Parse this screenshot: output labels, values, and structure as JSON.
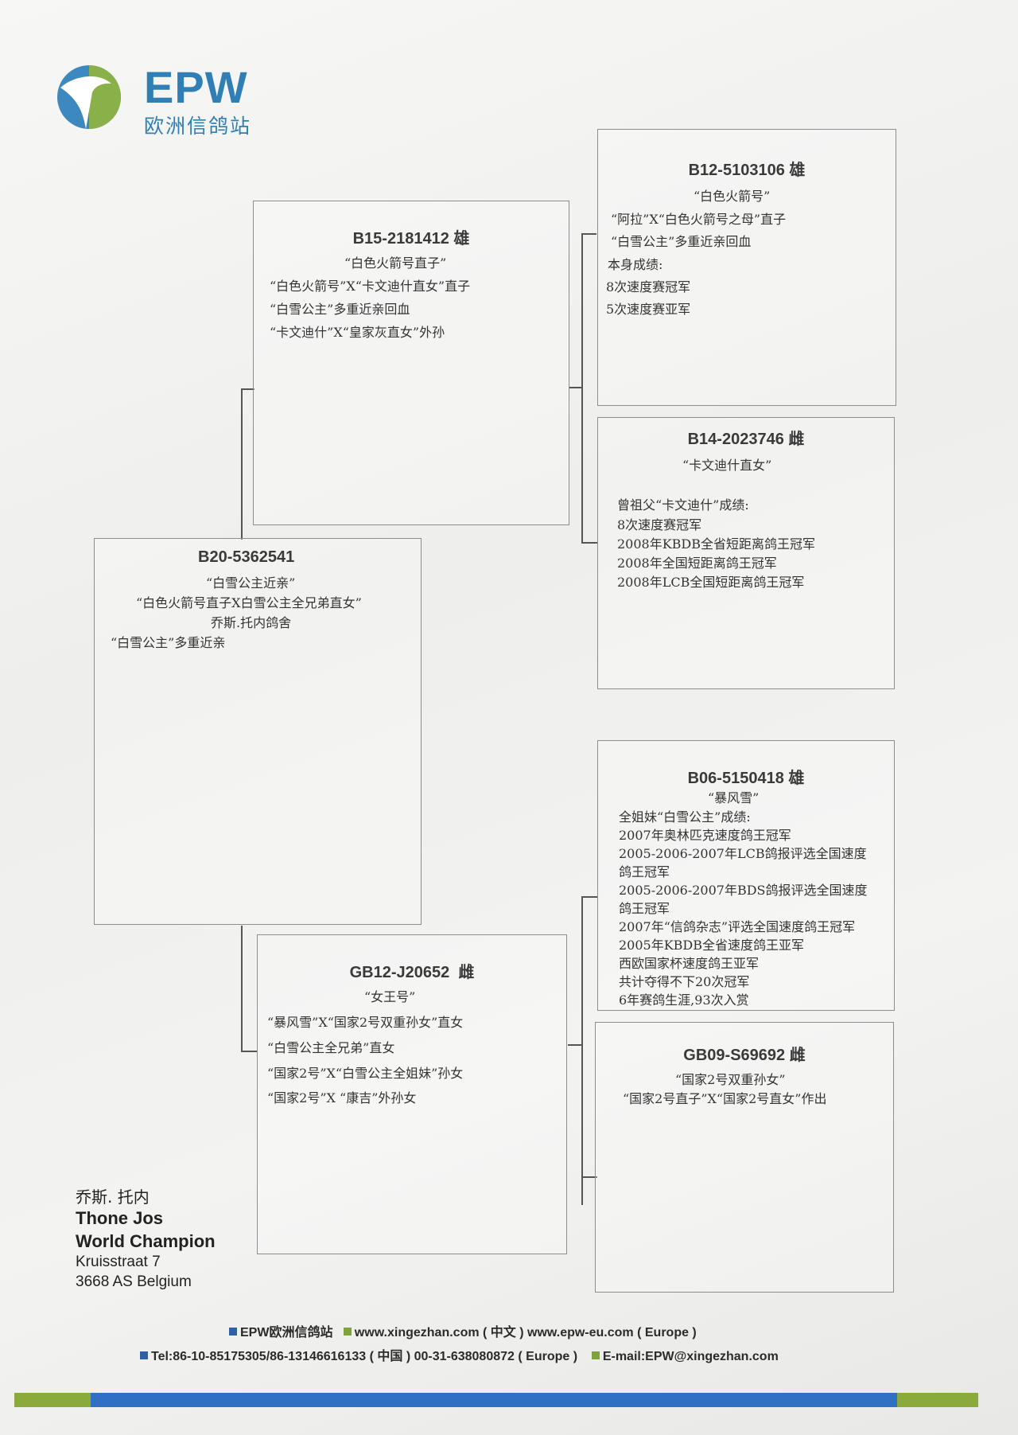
{
  "brand": {
    "logo_text": "EPW",
    "logo_sub": "欧洲信鸽站",
    "colors": {
      "blue": "#2f7fb6",
      "green": "#7fa33a"
    }
  },
  "boxes": {
    "sire": {
      "id": "B15-2181412 雄",
      "lines": [
        "“白色火箭号直子”",
        "“白色火箭号”X“卡文迪什直女”直子",
        "“白雪公主”多重近亲回血",
        "“卡文迪什”X“皇家灰直女”外孙"
      ]
    },
    "sire_sire": {
      "id": "B12-5103106 雄",
      "lines": [
        "“白色火箭号”",
        "“阿拉”X“白色火箭号之母”直子",
        "“白雪公主”多重近亲回血",
        "本身成绩:",
        "8次速度赛冠军",
        "5次速度赛亚军"
      ]
    },
    "sire_dam": {
      "id": "B14-2023746 雌",
      "lines": [
        "“卡文迪什直女”",
        "曾祖父“卡文迪什”成绩:",
        "8次速度赛冠军",
        "2008年KBDB全省短距离鸽王冠军",
        "2008年全国短距离鸽王冠军",
        "2008年LCB全国短距离鸽王冠军"
      ]
    },
    "subject": {
      "id": "B20-5362541",
      "lines": [
        "“白雪公主近亲”",
        "“白色火箭号直子X白雪公主全兄弟直女”",
        "乔斯.托内鸽舍",
        "“白雪公主”多重近亲"
      ]
    },
    "dam": {
      "id": "GB12-J20652  雌",
      "lines": [
        "“女王号”",
        "“暴风雪”X“国家2号双重孙女”直女",
        "“白雪公主全兄弟”直女",
        "“国家2号”X“白雪公主全姐妹”孙女",
        "“国家2号”X “康吉”外孙女"
      ]
    },
    "dam_sire": {
      "id": "B06-5150418 雄",
      "lines": [
        "“暴风雪”",
        "全姐妹“白雪公主”成绩:",
        "2007年奥林匹克速度鸽王冠军",
        "2005-2006-2007年LCB鸽报评选全国速度",
        "鸽王冠军",
        "2005-2006-2007年BDS鸽报评选全国速度",
        "鸽王冠军",
        "2007年“信鸽杂志”评选全国速度鸽王冠军",
        "2005年KBDB全省速度鸽王亚军",
        "西欧国家杯速度鸽王亚军",
        "共计夺得不下20次冠军",
        "6年赛鸽生涯,93次入赏"
      ]
    },
    "dam_dam": {
      "id": "GB09-S69692 雌",
      "lines": [
        "“国家2号双重孙女”",
        "“国家2号直子”X“国家2号直女”作出"
      ]
    }
  },
  "breeder": {
    "name_cn": "乔斯. 托内",
    "name_en": "Thone Jos",
    "title": "World Champion",
    "street": "Kruisstraat 7",
    "city": "3668 AS Belgium"
  },
  "footer": {
    "brand": "EPW欧洲信鸽站",
    "websites": "www.xingezhan.com ( 中文 )  www.epw-eu.com ( Europe )",
    "tel": "Tel:86-10-85175305/86-13146616133 ( 中国 )  00-31-638080872 ( Europe )",
    "email": "E-mail:EPW@xingezhan.com"
  }
}
